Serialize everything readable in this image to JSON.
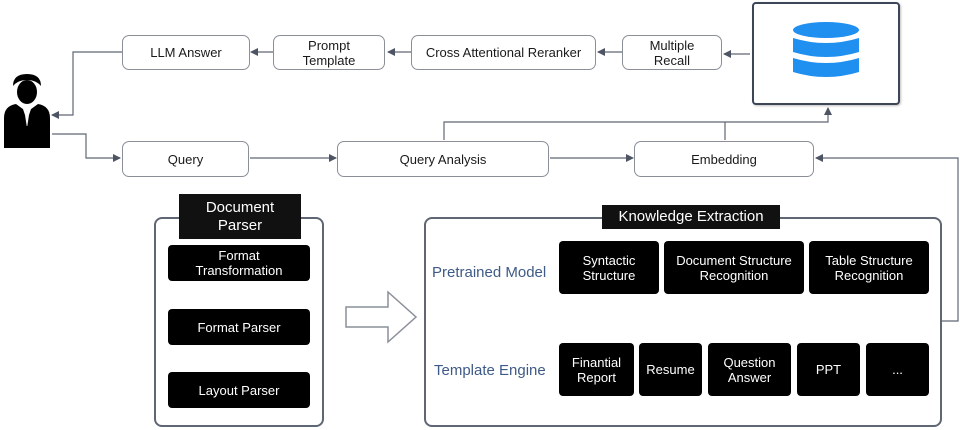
{
  "pipeline": {
    "llm_answer": "LLM Answer",
    "prompt_template": "Prompt\nTemplate",
    "reranker": "Cross Attentional Reranker",
    "multiple_recall": "Multiple\nRecall",
    "query": "Query",
    "query_analysis": "Query Analysis",
    "embedding": "Embedding"
  },
  "document_parser": {
    "title": "Document\nParser",
    "items": [
      "Format\nTransformation",
      "Format Parser",
      "Layout Parser"
    ]
  },
  "knowledge_extraction": {
    "title": "Knowledge Extraction",
    "pretrained_label": "Pretrained Model",
    "pretrained_items": [
      "Syntactic\nStructure",
      "Document Structure\nRecognition",
      "Table Structure\nRecognition"
    ],
    "template_label": "Template Engine",
    "template_items": [
      "Finantial\nReport",
      "Resume",
      "Question\nAnswer",
      "PPT",
      "..."
    ]
  },
  "icons": {
    "user": "user-icon",
    "database": "database-icon",
    "arrow": "hollow-arrow-icon"
  },
  "colors": {
    "database": "#1f8ff0",
    "row_label": "#3e5a86",
    "block": "#000000",
    "line": "#5f6775"
  }
}
